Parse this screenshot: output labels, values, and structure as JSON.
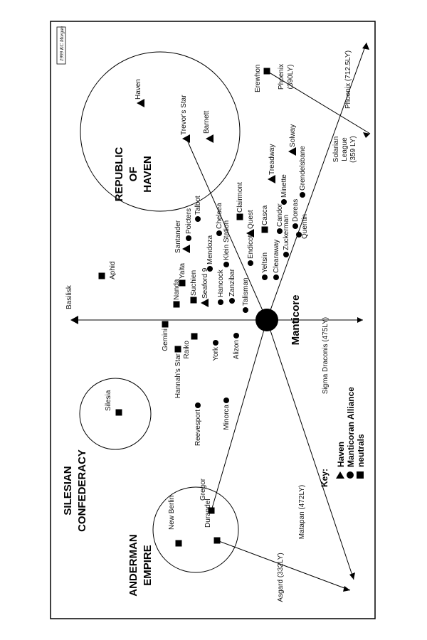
{
  "copyright": "1999 KC Morgan",
  "hub": {
    "name": "Manticore"
  },
  "regions": {
    "haven": [
      "REPUBLIC",
      "OF",
      "HAVEN"
    ],
    "silesia": [
      "SILESIAN",
      "CONFEDERACY"
    ],
    "anderman": [
      "ANDERMAN",
      "EMPIRE"
    ]
  },
  "routes": {
    "phoenix": "Phoenix (712.5LY)",
    "phoenix_short": [
      "Phoenix",
      "(390LY)"
    ],
    "solarian": [
      "Solarian",
      "League",
      "(359 LY)"
    ],
    "sigma": "Sigma Draconis (475LY)",
    "basilisk": "Basilisk",
    "matapan": "Matapan (472LY)",
    "asgard": "Asgard (332LY)"
  },
  "key": {
    "title": "Key:",
    "items": [
      "Haven",
      "Manticoran Alliance",
      "neutrals"
    ]
  },
  "systems": [
    {
      "name": "Haven",
      "type": "haven"
    },
    {
      "name": "Trevor's Star",
      "type": "haven"
    },
    {
      "name": "Barnett",
      "type": "haven"
    },
    {
      "name": "Erewhon",
      "type": "neutral"
    },
    {
      "name": "Aphid",
      "type": "neutral"
    },
    {
      "name": "Silesia",
      "type": "neutral"
    },
    {
      "name": "New Berlin",
      "type": "neutral"
    },
    {
      "name": "Gregor",
      "type": "neutral"
    },
    {
      "name": "Durandel",
      "type": "neutral"
    },
    {
      "name": "Solway",
      "type": "haven"
    },
    {
      "name": "Treadway",
      "type": "haven"
    },
    {
      "name": "Grendelsbane",
      "type": "alliance"
    },
    {
      "name": "Minette",
      "type": "alliance"
    },
    {
      "name": "Doreas",
      "type": "alliance"
    },
    {
      "name": "Candor",
      "type": "alliance"
    },
    {
      "name": "Zuckerman",
      "type": "alliance"
    },
    {
      "name": "Clearaway",
      "type": "alliance"
    },
    {
      "name": "Quentin",
      "type": "alliance"
    },
    {
      "name": "Casca",
      "type": "neutral"
    },
    {
      "name": "Yeltsin",
      "type": "alliance"
    },
    {
      "name": "Quest",
      "type": "haven"
    },
    {
      "name": "Endicot",
      "type": "alliance"
    },
    {
      "name": "Clairmont",
      "type": "neutral"
    },
    {
      "name": "Talbot",
      "type": "alliance"
    },
    {
      "name": "Poicters",
      "type": "alliance"
    },
    {
      "name": "Santander",
      "type": "haven"
    },
    {
      "name": "Chelsea",
      "type": "alliance"
    },
    {
      "name": "Mendoza",
      "type": "alliance"
    },
    {
      "name": "Klein Station",
      "type": "alliance"
    },
    {
      "name": "Hancock",
      "type": "alliance"
    },
    {
      "name": "Zanzibar",
      "type": "alliance"
    },
    {
      "name": "Talisman",
      "type": "alliance"
    },
    {
      "name": "Seaford 9",
      "type": "haven"
    },
    {
      "name": "Suchien",
      "type": "neutral"
    },
    {
      "name": "Yalta",
      "type": "neutral"
    },
    {
      "name": "Nanda",
      "type": "neutral"
    },
    {
      "name": "Gemini",
      "type": "neutral"
    },
    {
      "name": "Raiko",
      "type": "neutral"
    },
    {
      "name": "Hannah's Star",
      "type": "neutral"
    },
    {
      "name": "York",
      "type": "alliance"
    },
    {
      "name": "Alizon",
      "type": "alliance"
    },
    {
      "name": "Reevesport",
      "type": "alliance"
    },
    {
      "name": "Minorca",
      "type": "alliance"
    }
  ]
}
